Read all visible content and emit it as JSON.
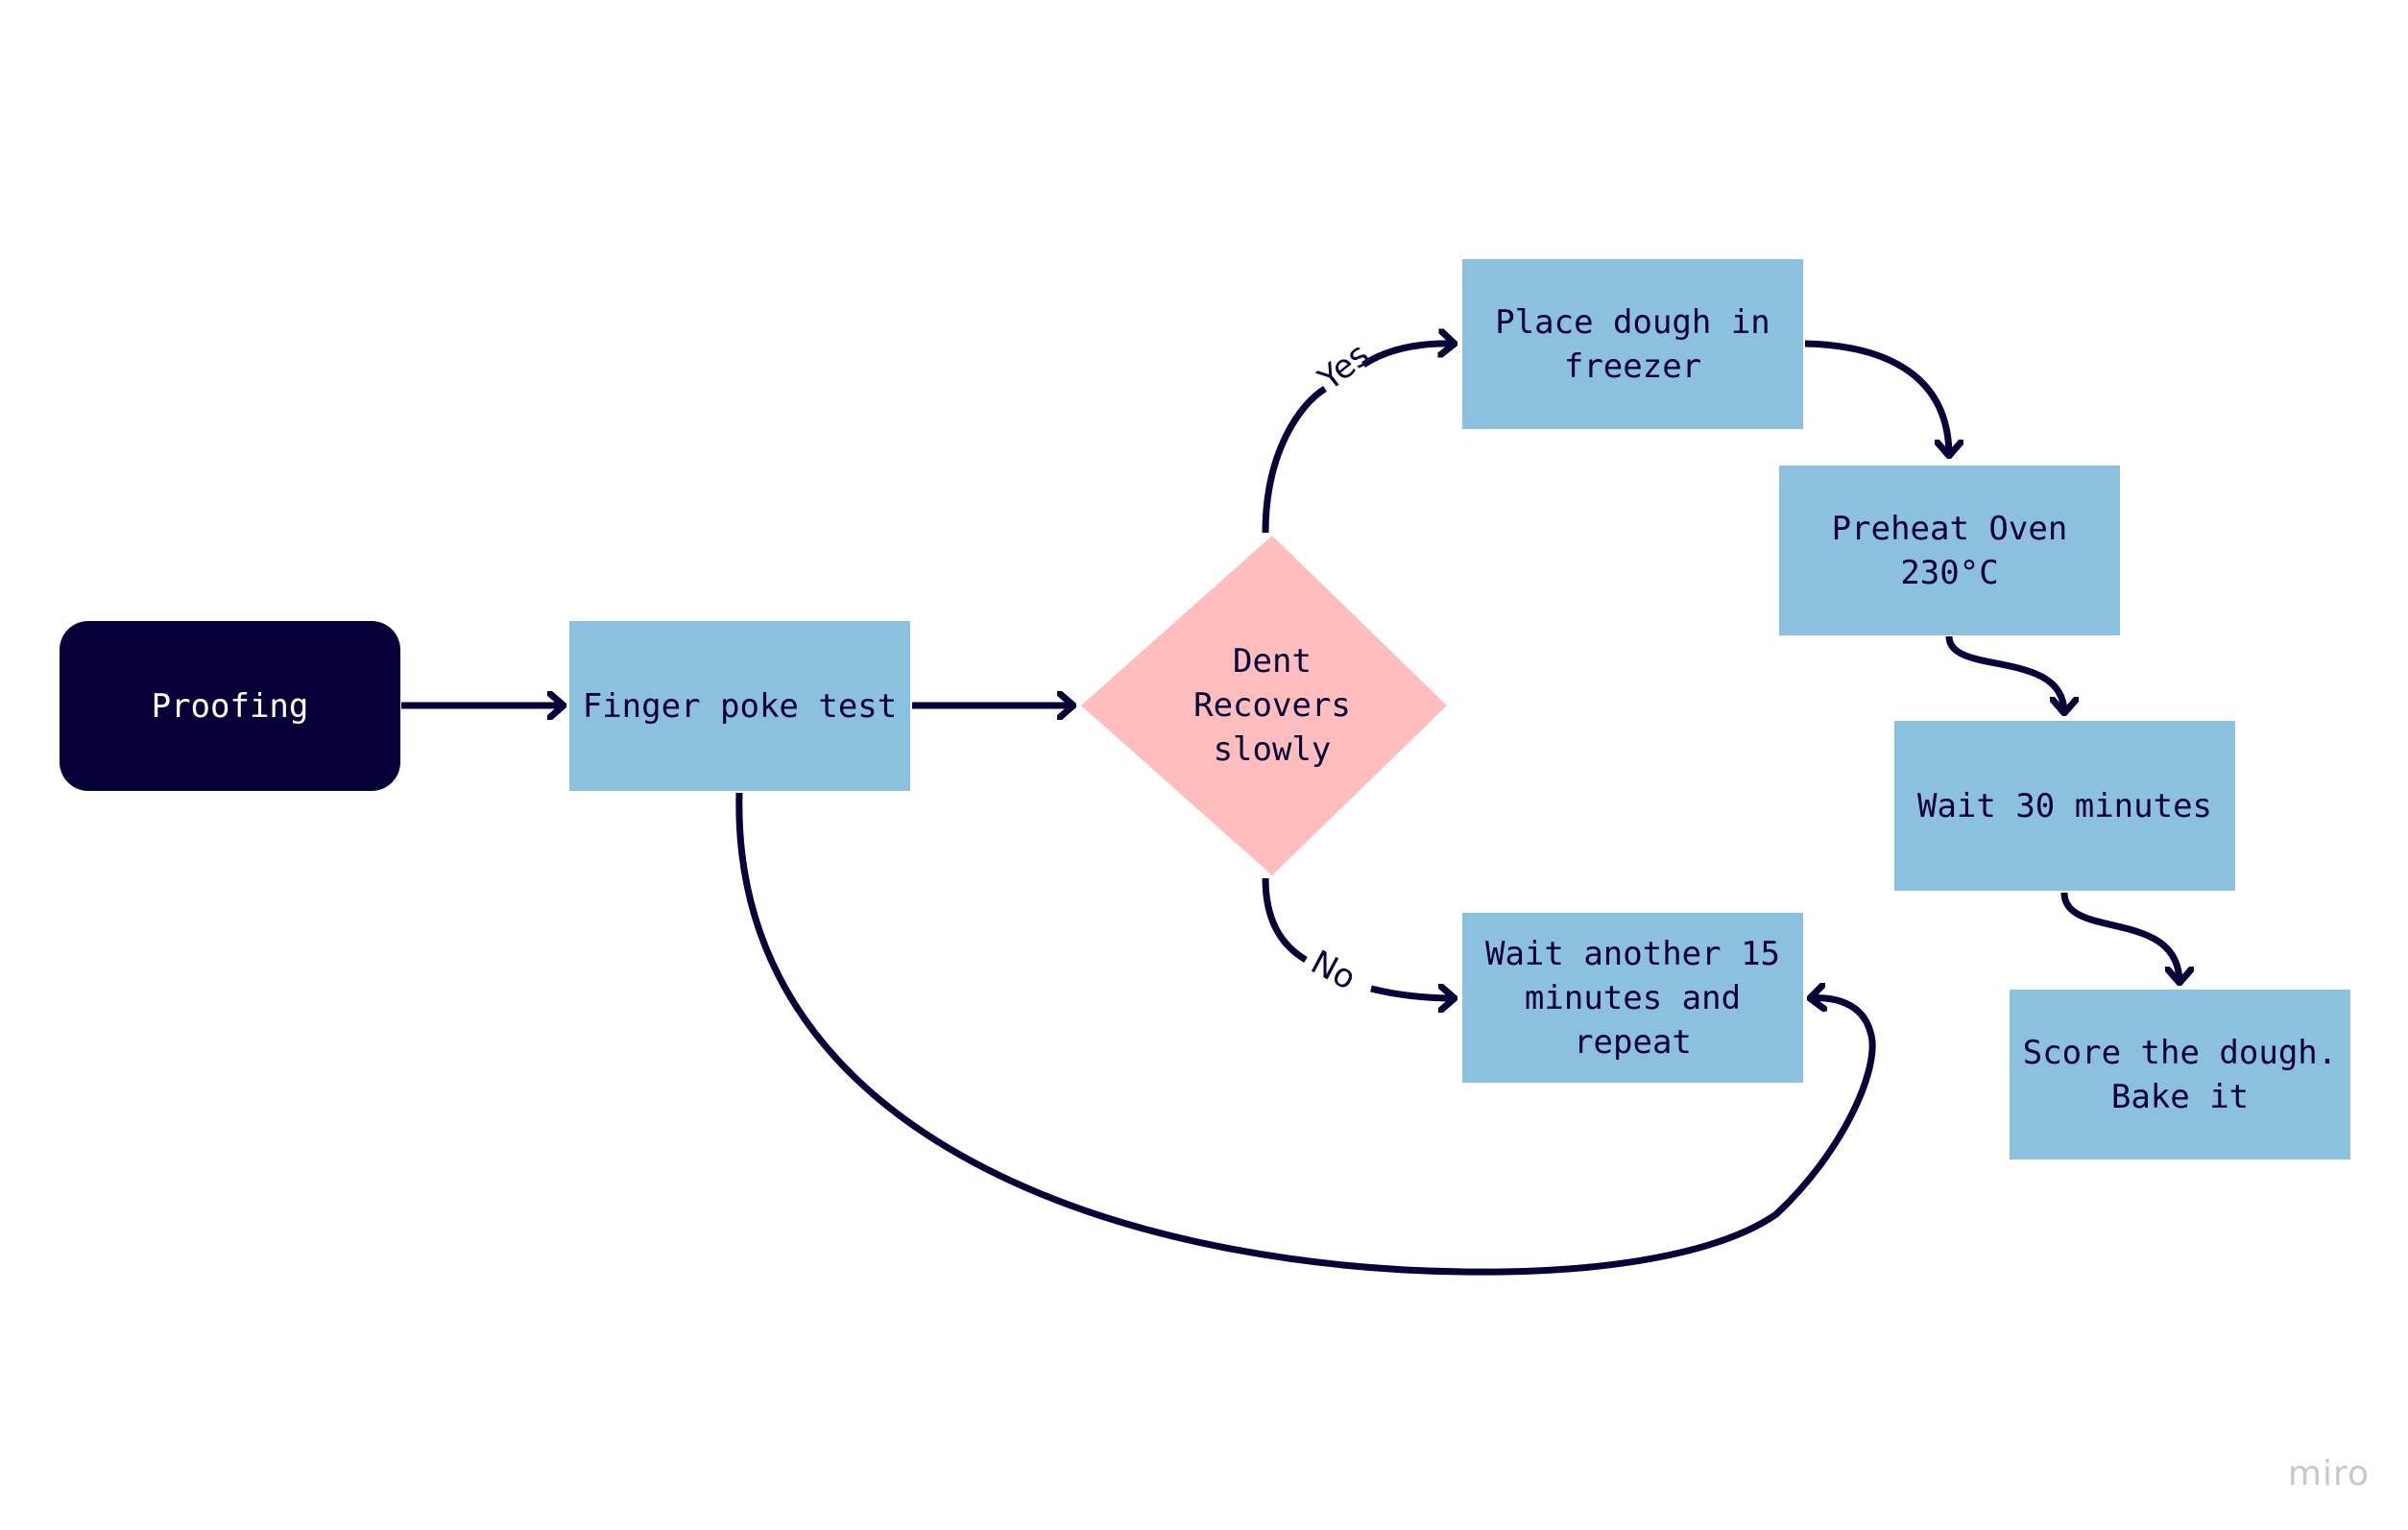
{
  "diagram": {
    "nodes": {
      "proofing": "Proofing",
      "finger_poke": "Finger poke test",
      "dent_recovers": "Dent\nRecovers\nslowly",
      "freezer": "Place dough in\nfreezer",
      "preheat": "Preheat Oven\n230°C",
      "wait30": "Wait 30 minutes",
      "score": "Score the dough.\nBake it",
      "wait15": "Wait another 15\nminutes and\nrepeat"
    },
    "edges": {
      "yes_label": "Yes",
      "no_label": "No"
    },
    "colors": {
      "process_fill": "#8bc0de",
      "decision_fill": "#ffbdbd",
      "terminal_fill": "#050038",
      "stroke": "#050038"
    }
  },
  "watermark": "miro"
}
